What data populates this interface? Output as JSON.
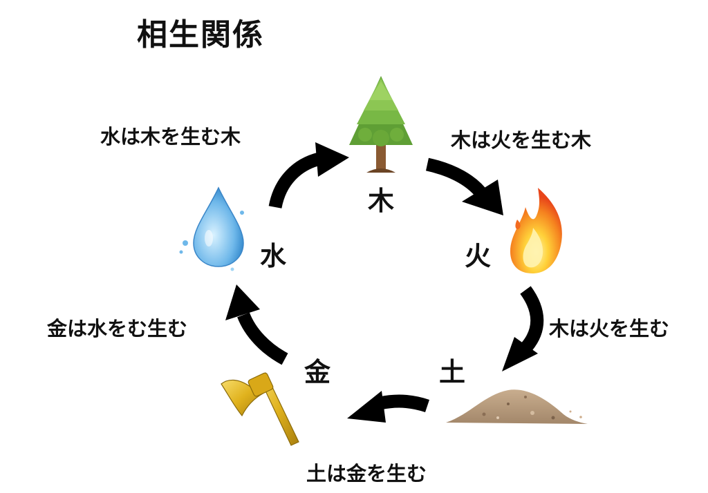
{
  "title": "相生関係",
  "elements": {
    "wood": "木",
    "fire": "火",
    "earth": "土",
    "metal": "金",
    "water": "水"
  },
  "relations": {
    "water_wood": "水は木を生む木",
    "wood_fire": "木は火を生む木",
    "fire_earth": "木は火を生む",
    "earth_metal": "土は金を生む",
    "metal_water": "金は水をむ生む"
  },
  "icons": [
    "tree-icon",
    "flame-icon",
    "soil-mound-icon",
    "axe-icon",
    "water-drop-icon"
  ],
  "colors": {
    "arrow": "#000000",
    "tree_foliage": "#6fae3c",
    "trunk": "#8a5a32",
    "flame_outer": "#f05a1a",
    "flame_inner": "#ffd23a",
    "soil": "#b99a7a",
    "axe_gold": "#e0b21d",
    "water": "#6fb8ea"
  }
}
